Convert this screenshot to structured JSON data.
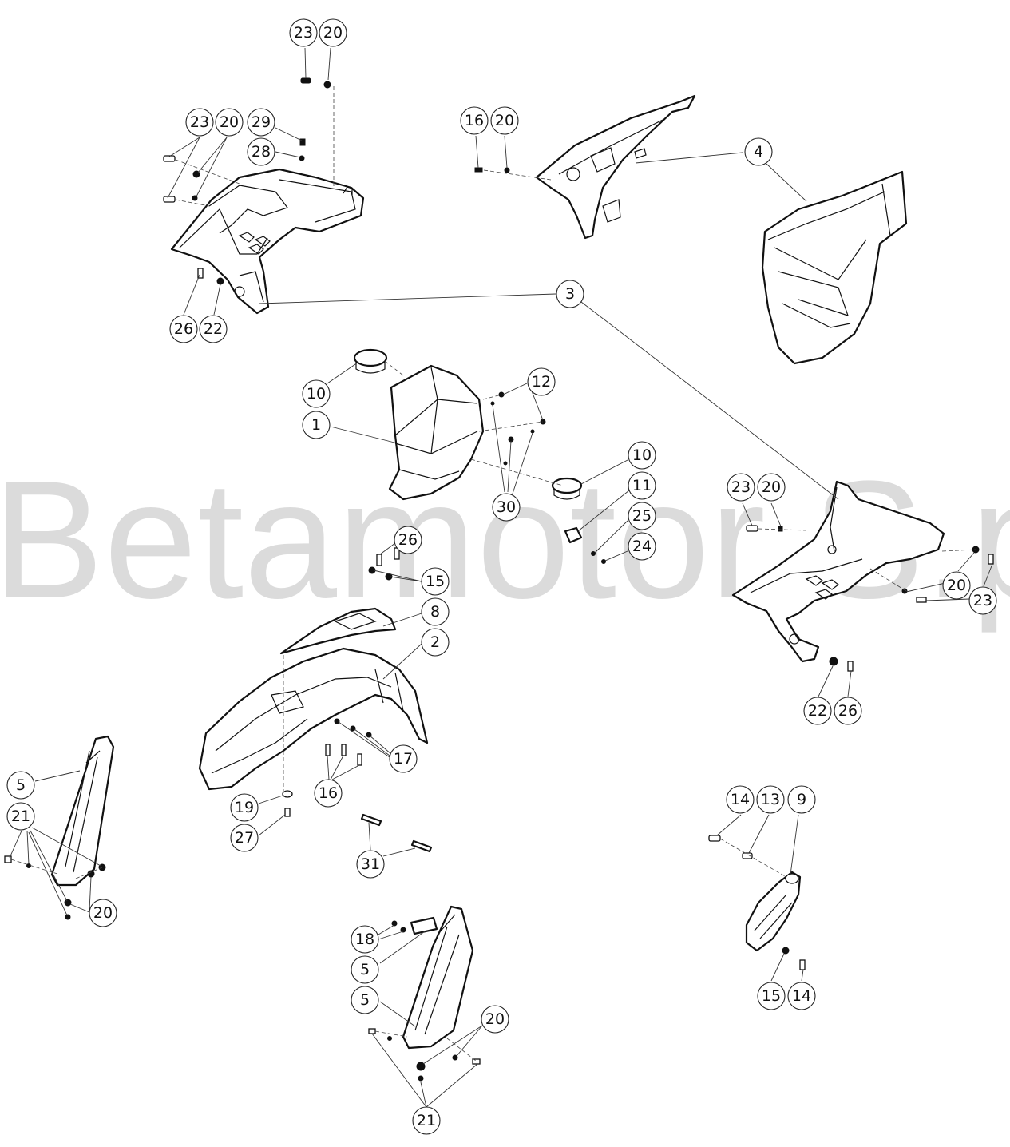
{
  "watermark": "Betamotor S.p.A.",
  "callouts": [
    {
      "id": "c-23a",
      "label": "23"
    },
    {
      "id": "c-20a",
      "label": "20"
    },
    {
      "id": "c-23b",
      "label": "23"
    },
    {
      "id": "c-20b",
      "label": "20"
    },
    {
      "id": "c-29",
      "label": "29"
    },
    {
      "id": "c-28",
      "label": "28"
    },
    {
      "id": "c-26a",
      "label": "26"
    },
    {
      "id": "c-22a",
      "label": "22"
    },
    {
      "id": "c-16a",
      "label": "16"
    },
    {
      "id": "c-20c",
      "label": "20"
    },
    {
      "id": "c-4",
      "label": "4"
    },
    {
      "id": "c-3",
      "label": "3"
    },
    {
      "id": "c-10a",
      "label": "10"
    },
    {
      "id": "c-1",
      "label": "1"
    },
    {
      "id": "c-12",
      "label": "12"
    },
    {
      "id": "c-10b",
      "label": "10"
    },
    {
      "id": "c-11",
      "label": "11"
    },
    {
      "id": "c-25",
      "label": "25"
    },
    {
      "id": "c-24",
      "label": "24"
    },
    {
      "id": "c-30",
      "label": "30"
    },
    {
      "id": "c-23c",
      "label": "23"
    },
    {
      "id": "c-20d",
      "label": "20"
    },
    {
      "id": "c-20e",
      "label": "20"
    },
    {
      "id": "c-23d",
      "label": "23"
    },
    {
      "id": "c-22b",
      "label": "22"
    },
    {
      "id": "c-26b",
      "label": "26"
    },
    {
      "id": "c-26c",
      "label": "26"
    },
    {
      "id": "c-15a",
      "label": "15"
    },
    {
      "id": "c-8",
      "label": "8"
    },
    {
      "id": "c-2",
      "label": "2"
    },
    {
      "id": "c-17",
      "label": "17"
    },
    {
      "id": "c-16b",
      "label": "16"
    },
    {
      "id": "c-19",
      "label": "19"
    },
    {
      "id": "c-27",
      "label": "27"
    },
    {
      "id": "c-31",
      "label": "31"
    },
    {
      "id": "c-5a",
      "label": "5"
    },
    {
      "id": "c-21a",
      "label": "21"
    },
    {
      "id": "c-20f",
      "label": "20"
    },
    {
      "id": "c-14a",
      "label": "14"
    },
    {
      "id": "c-13",
      "label": "13"
    },
    {
      "id": "c-9",
      "label": "9"
    },
    {
      "id": "c-15b",
      "label": "15"
    },
    {
      "id": "c-14b",
      "label": "14"
    },
    {
      "id": "c-18",
      "label": "18"
    },
    {
      "id": "c-5b",
      "label": "5"
    },
    {
      "id": "c-5c",
      "label": "5"
    },
    {
      "id": "c-20g",
      "label": "20"
    },
    {
      "id": "c-21b",
      "label": "21"
    }
  ]
}
